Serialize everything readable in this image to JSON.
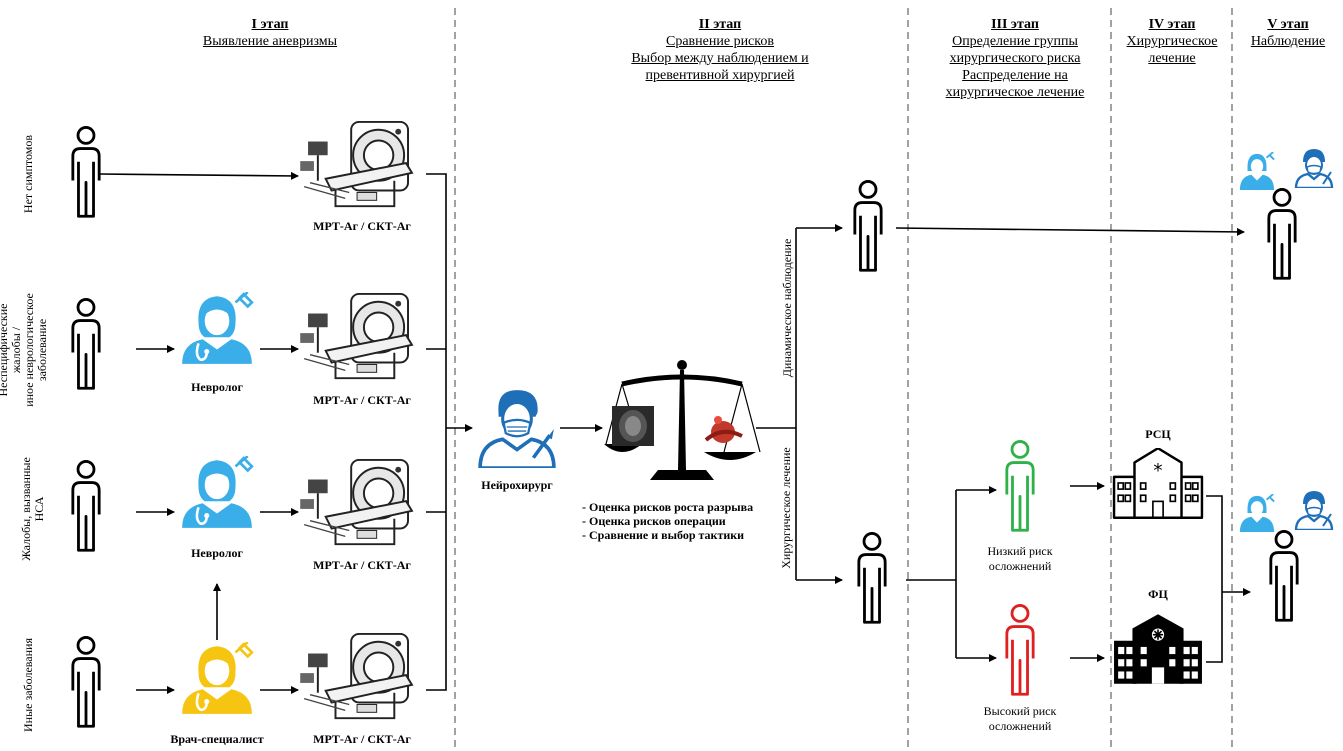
{
  "stages": [
    {
      "num": "I этап",
      "title": "Выявление аневризмы"
    },
    {
      "num": "II этап",
      "title_lines": [
        "Сравнение рисков",
        "Выбор между наблюдением и",
        "превентивной хирургией"
      ]
    },
    {
      "num": "III этап",
      "title_lines": [
        "Определение группы",
        "хирургического риска",
        "Распределение на",
        "хирургическое лечение"
      ]
    },
    {
      "num": "IV этап",
      "title_lines": [
        "Хирургическое",
        "лечение"
      ]
    },
    {
      "num": "V этап",
      "title": "Наблюдение"
    }
  ],
  "rows": [
    {
      "label": "Нет симптомов"
    },
    {
      "label_lines": [
        "Неспецифические",
        "жалобы /",
        "иное неврологическое",
        "заболевание"
      ]
    },
    {
      "label_lines": [
        "Жалобы, вызванные",
        "НСА"
      ]
    },
    {
      "label": "Иные заболевания"
    }
  ],
  "roles": {
    "neurologist": "Невролог",
    "specialist": "Врач-специалист",
    "neurosurgeon": "Нейрохирург",
    "scanner": "МРТ-Аг / СКТ-Аг"
  },
  "tasks": [
    "- Оценка рисков роста разрыва",
    "- Оценка рисков операции",
    "- Сравнение и выбор тактики"
  ],
  "branches": {
    "observation": "Динамическое наблюдение",
    "surgery": "Хирургическое лечение"
  },
  "risk": {
    "low_lines": [
      "Низкий риск",
      "осложнений"
    ],
    "high_lines": [
      "Высокий риск",
      "осложнений"
    ]
  },
  "centers": {
    "rsc": "РСЦ",
    "fc": "ФЦ"
  },
  "colors": {
    "neurologist": "#3aaee8",
    "specialist": "#f6c511",
    "neurosurgeon": "#1f6fb8",
    "low_risk": "#2fb14a",
    "high_risk": "#e02020",
    "divider": "#8a8a8a"
  }
}
